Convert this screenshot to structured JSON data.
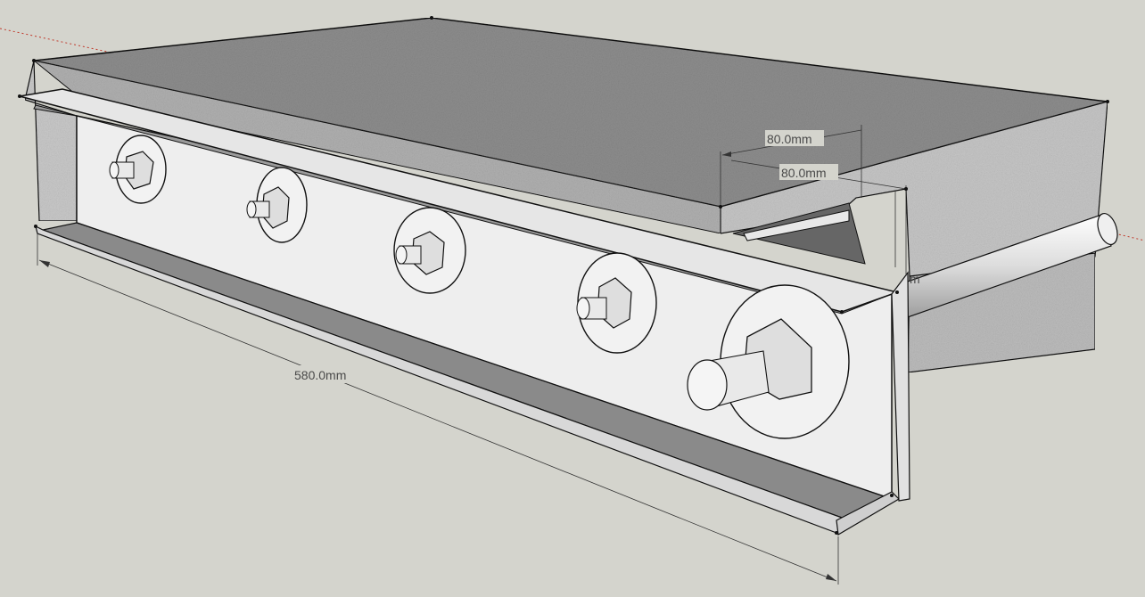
{
  "app": {
    "name": "3D modeling viewport",
    "background_color": "#d4d4cd"
  },
  "model": {
    "slab_top_color": "#8d8d8d",
    "slab_side_color": "#c4c4c4",
    "channel_face_color": "#ededed",
    "flange_shadow_color": "#8a8a8a",
    "edge_color": "#111111",
    "bolt_count": 5
  },
  "dimensions": {
    "length_label": "580.0mm",
    "width_top_label": "80.0mm",
    "width_bottom_label": "80.0mm",
    "partial_label": "m"
  },
  "axes": {
    "red_axis_color": "#c0392b"
  }
}
